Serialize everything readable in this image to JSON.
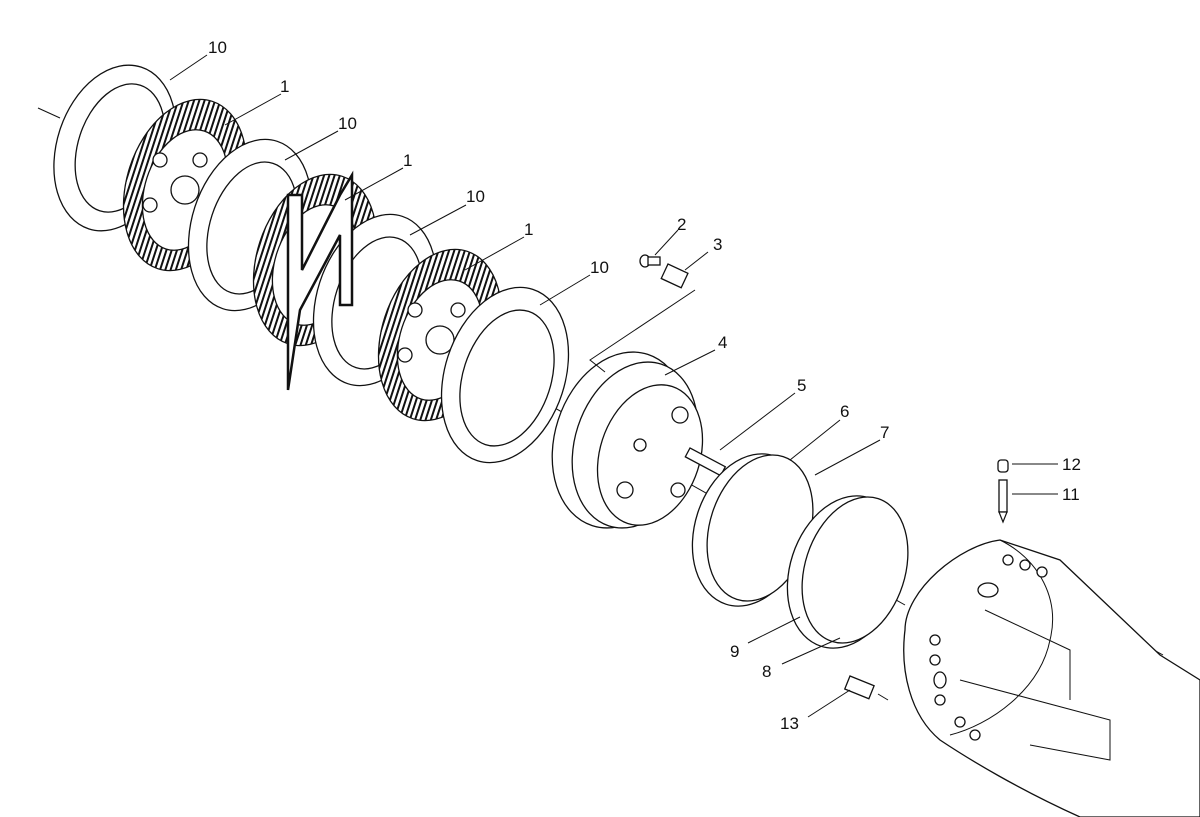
{
  "callouts": [
    {
      "number": "10"
    },
    {
      "number": "1"
    },
    {
      "number": "10"
    },
    {
      "number": "1"
    },
    {
      "number": "10"
    },
    {
      "number": "1"
    },
    {
      "number": "10"
    },
    {
      "number": "2"
    },
    {
      "number": "3"
    },
    {
      "number": "4"
    },
    {
      "number": "5"
    },
    {
      "number": "6"
    },
    {
      "number": "7"
    },
    {
      "number": "12"
    },
    {
      "number": "11"
    },
    {
      "number": "9"
    },
    {
      "number": "8"
    },
    {
      "number": "13"
    }
  ],
  "colors": {
    "ink": "#111111",
    "paper": "#ffffff",
    "hatch": "#111111"
  }
}
